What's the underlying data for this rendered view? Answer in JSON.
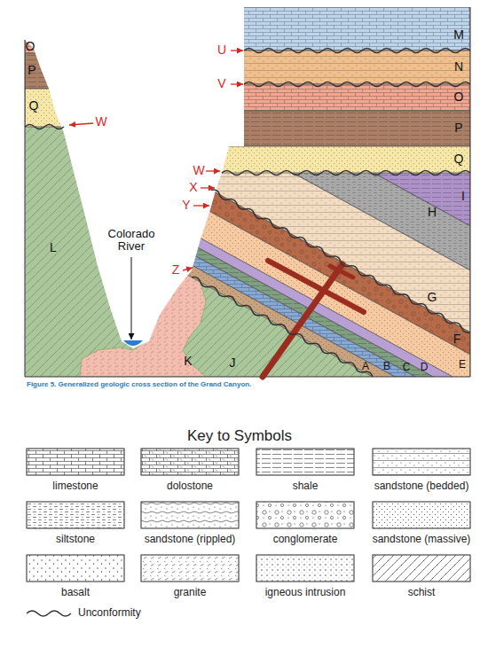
{
  "diagram": {
    "caption": "Figure 5. Generalized geologic cross section of the Grand Canyon.",
    "labels": [
      "M",
      "U",
      "N",
      "V",
      "O",
      "O",
      "P",
      "P",
      "Q",
      "W",
      "W",
      "Q",
      "X",
      "I",
      "Y",
      "H",
      "Colorado River",
      "L",
      "Z",
      "G",
      "K",
      "F",
      "J",
      "E",
      "A",
      "B",
      "C",
      "D",
      "Key to Symbols"
    ],
    "legend": [
      {
        "text": "limestone"
      },
      {
        "text": "dolostone"
      },
      {
        "text": "shale"
      },
      {
        "text": "sandstone (bedded)"
      },
      {
        "text": "siltstone"
      },
      {
        "text": "sandstone (rippled)"
      },
      {
        "text": "conglomerate"
      },
      {
        "text": "sandstone (massive)"
      },
      {
        "text": "basalt"
      },
      {
        "text": "granite"
      },
      {
        "text": "igneous intrusion"
      },
      {
        "text": "schist"
      },
      {
        "text": "Unconformity"
      }
    ]
  }
}
